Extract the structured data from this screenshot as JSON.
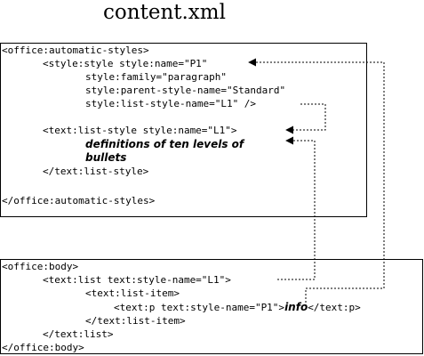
{
  "title": "content.xml",
  "styles_box": {
    "lines": [
      "<office:automatic-styles>",
      "<style:style style:name=\"P1\"",
      "style:family=\"paragraph\"",
      "style:parent-style-name=\"Standard\"",
      "style:list-style-name=\"L1\" />",
      "<text:list-style style:name=\"L1\">",
      "</text:list-style>",
      "</office:automatic-styles>"
    ],
    "note_line1": "definitions of ten levels of",
    "note_line2": "bullets"
  },
  "body_box": {
    "lines": [
      "<office:body>",
      "<text:list text:style-name=\"L1\">",
      "<text:list-item>",
      "<text:p text:style-name=\"P1\">",
      "</text:p>",
      "</text:list-item>",
      "</text:list>",
      "</office:body>"
    ],
    "info": "info"
  }
}
